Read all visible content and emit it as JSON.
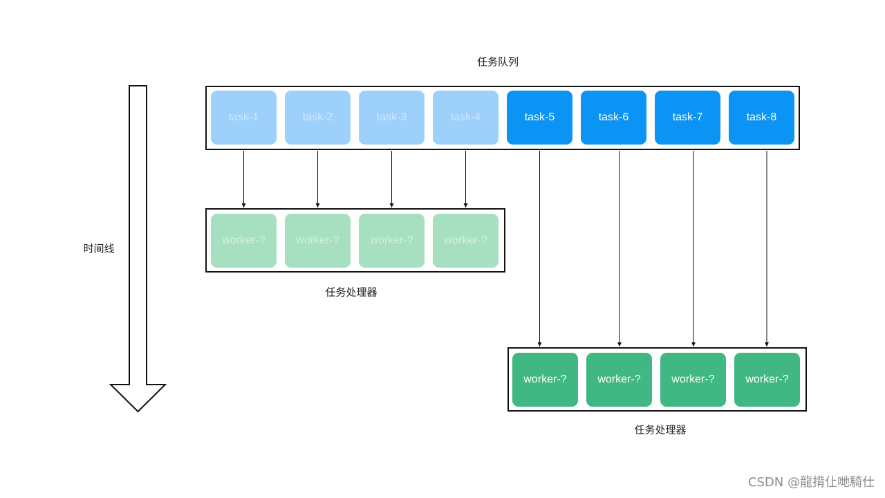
{
  "queue": {
    "title": "任务队列",
    "tasks": [
      "task-1",
      "task-2",
      "task-3",
      "task-4",
      "task-5",
      "task-6",
      "task-7",
      "task-8"
    ]
  },
  "worker_groups": [
    {
      "label": "任务处理器",
      "workers": [
        "worker-?",
        "worker-?",
        "worker-?",
        "worker-?"
      ]
    },
    {
      "label": "任务处理器",
      "workers": [
        "worker-?",
        "worker-?",
        "worker-?",
        "worker-?"
      ]
    }
  ],
  "timeline": {
    "label": "时间线"
  },
  "watermark": "CSDN @龍揹仩哋騎仕",
  "colors": {
    "task_faded": "#9dd0fb",
    "task_faded_text": "#d0e8fd",
    "task_active": "#0b94f4",
    "task_active_text": "#ffffff",
    "worker_faded": "#a7dfc1",
    "worker_faded_text": "#d3f0e1",
    "worker_active": "#41b883",
    "worker_active_text": "#ffffff",
    "outline": "#111111",
    "label_text": "#1f1f1f",
    "watermark_text": "#8c8c8c"
  }
}
